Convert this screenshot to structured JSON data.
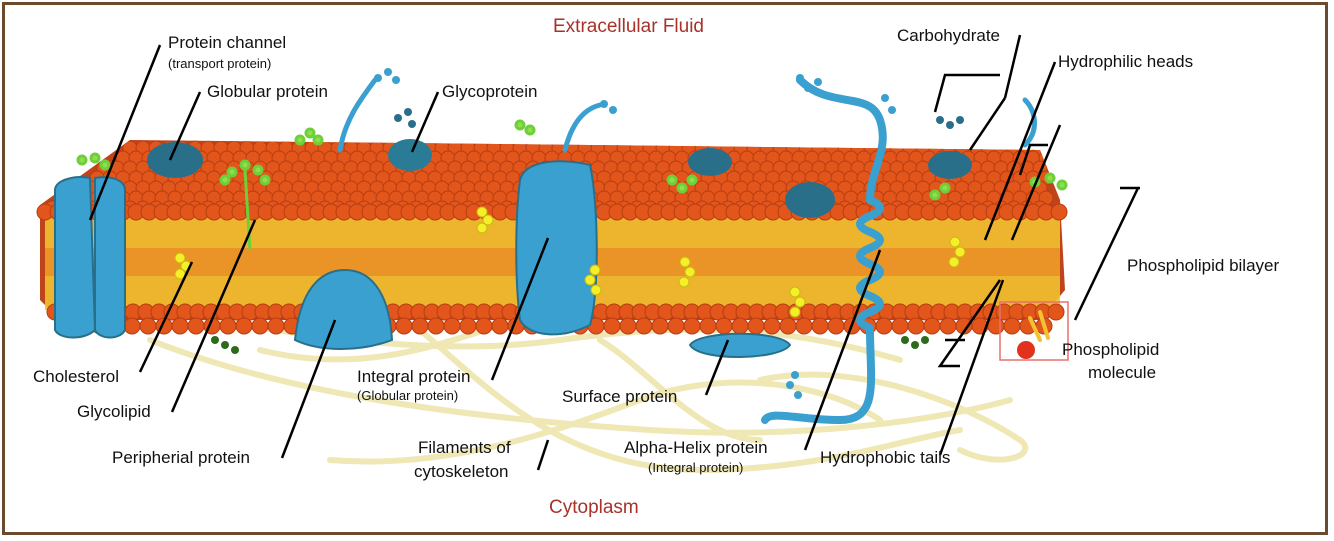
{
  "regions": {
    "top": "Extracellular Fluid",
    "bottom": "Cytoplasm"
  },
  "labels": {
    "protein_channel": "Protein channel",
    "protein_channel_sub": "(transport protein)",
    "globular_protein": "Globular protein",
    "glycoprotein": "Glycoprotein",
    "carbohydrate": "Carbohydrate",
    "hydrophilic_heads": "Hydrophilic heads",
    "phospholipid_bilayer": "Phospholipid bilayer",
    "phospholipid_molecule_1": "Phospholipid",
    "phospholipid_molecule_2": "molecule",
    "cholesterol": "Cholesterol",
    "glycolipid": "Glycolipid",
    "peripheral_protein": "Peripherial protein",
    "integral_protein": "Integral protein",
    "integral_protein_sub": "(Globular protein)",
    "filaments_1": "Filaments of",
    "filaments_2": "cytoskeleton",
    "surface_protein": "Surface protein",
    "alpha_helix": "Alpha-Helix protein",
    "alpha_helix_sub": "(Integral protein)",
    "hydrophobic_tails": "Hydrophobic tails"
  },
  "colors": {
    "head": "#e2561c",
    "head_dark": "#b83d12",
    "tail": "#f2c230",
    "protein": "#3aa0cf",
    "protein_dark": "#2a6f8a",
    "filament": "#efe6b0",
    "cholesterol": "#f5ef2a",
    "glycolipid": "#8de04a",
    "region_text": "#a8322a"
  }
}
